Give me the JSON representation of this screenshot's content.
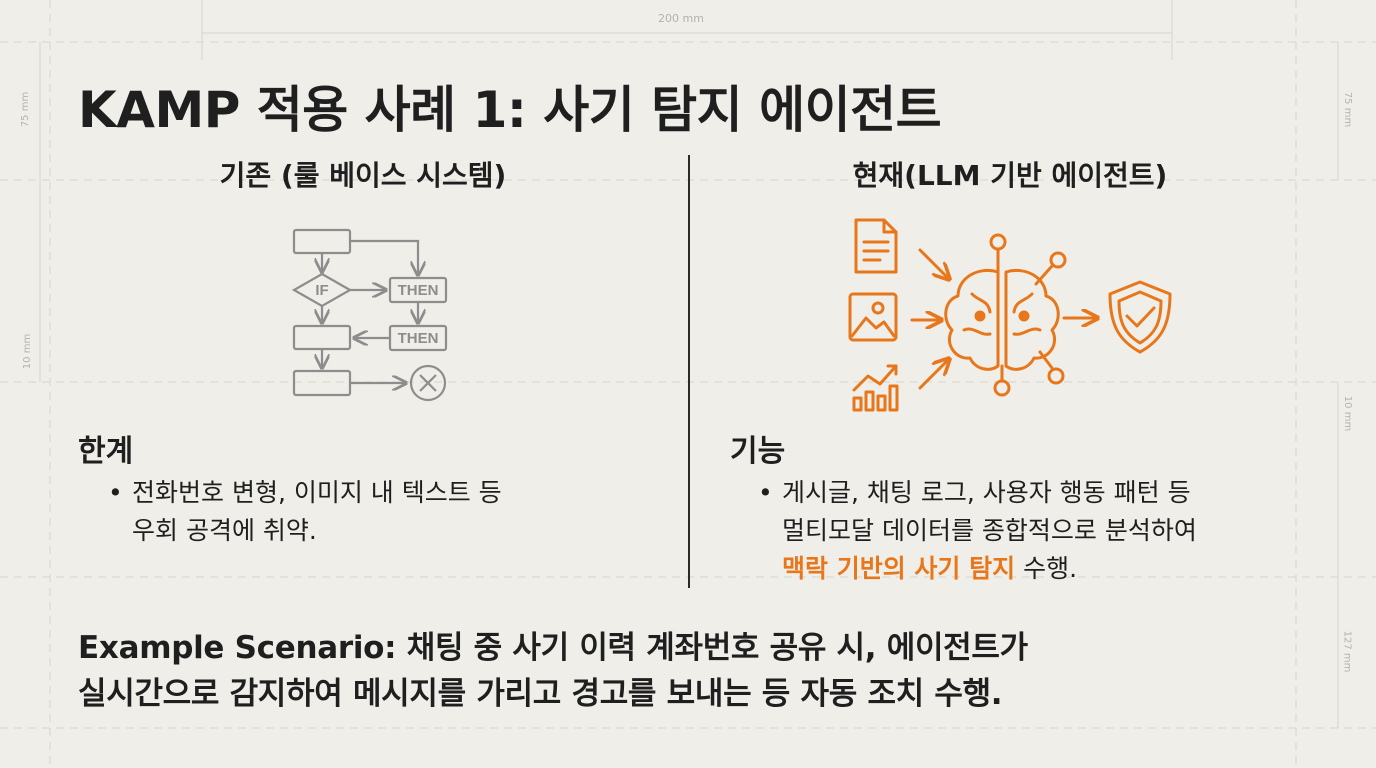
{
  "dimensions": {
    "top": "200 mm",
    "left_top": "75 mm",
    "left_mid": "10 mm",
    "right_top": "75 mm",
    "right_mid": "10 mm",
    "right_bottom": "127 mm"
  },
  "title": "KAMP 적용 사례 1: 사기 탐지 에이전트",
  "left": {
    "heading": "기존 (룰 베이스 시스템)",
    "flow": {
      "if_label": "IF",
      "then1_label": "THEN",
      "then2_label": "THEN"
    },
    "section_title": "한계",
    "bullet_lines": [
      "전화번호 변형, 이미지 내 텍스트 등",
      "우회 공격에 취약."
    ]
  },
  "right": {
    "heading": "현재(LLM 기반 에이전트)",
    "section_title": "기능",
    "bullet_line1": "게시글, 채팅 로그, 사용자 행동 패턴 등",
    "bullet_line2": "멀티모달 데이터를 종합적으로 분석하여",
    "bullet_highlight": "맥락 기반의 사기 탐지",
    "bullet_tail": " 수행."
  },
  "scenario": {
    "line1": "Example Scenario: 채팅 중 사기 이력 계좌번호 공유 시, 에이전트가",
    "line2": "실시간으로 감지하여 메시지를 가리고 경고를 보내는 등 자동 조치 수행."
  },
  "colors": {
    "accent": "#e8771c",
    "flow_gray": "#8d8d8d",
    "text": "#1f1f1f"
  },
  "icons": [
    "document-icon",
    "image-icon",
    "chart-icon",
    "brain-network-icon",
    "shield-check-icon",
    "close-circle-icon"
  ]
}
